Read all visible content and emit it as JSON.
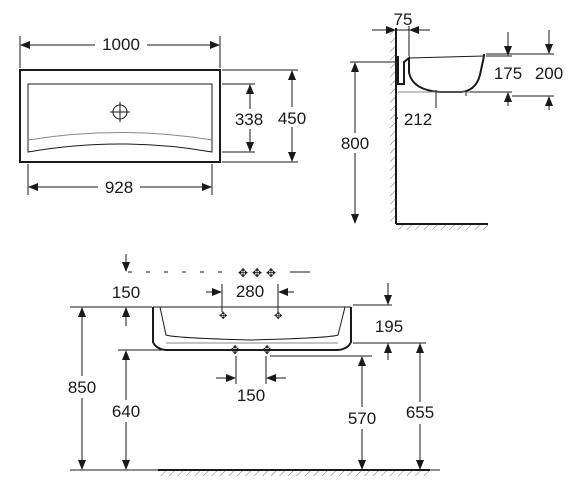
{
  "top_view": {
    "width": "1000",
    "inner_width": "928",
    "inner_depth": "338",
    "depth": "450"
  },
  "side_view": {
    "wall_offset": "75",
    "bowl_depth": "175",
    "total_height": "200",
    "projection": "212",
    "mount_height": "800"
  },
  "front_view": {
    "tap_offset": "150",
    "tap_spacing": "280",
    "basin_height": "195",
    "waste_spacing": "150",
    "total_height": "850",
    "bottom_height": "640",
    "waste_height": "570",
    "rim_height": "655"
  },
  "colors": {
    "line": "#1a1a1a",
    "hatch": "#555555"
  }
}
